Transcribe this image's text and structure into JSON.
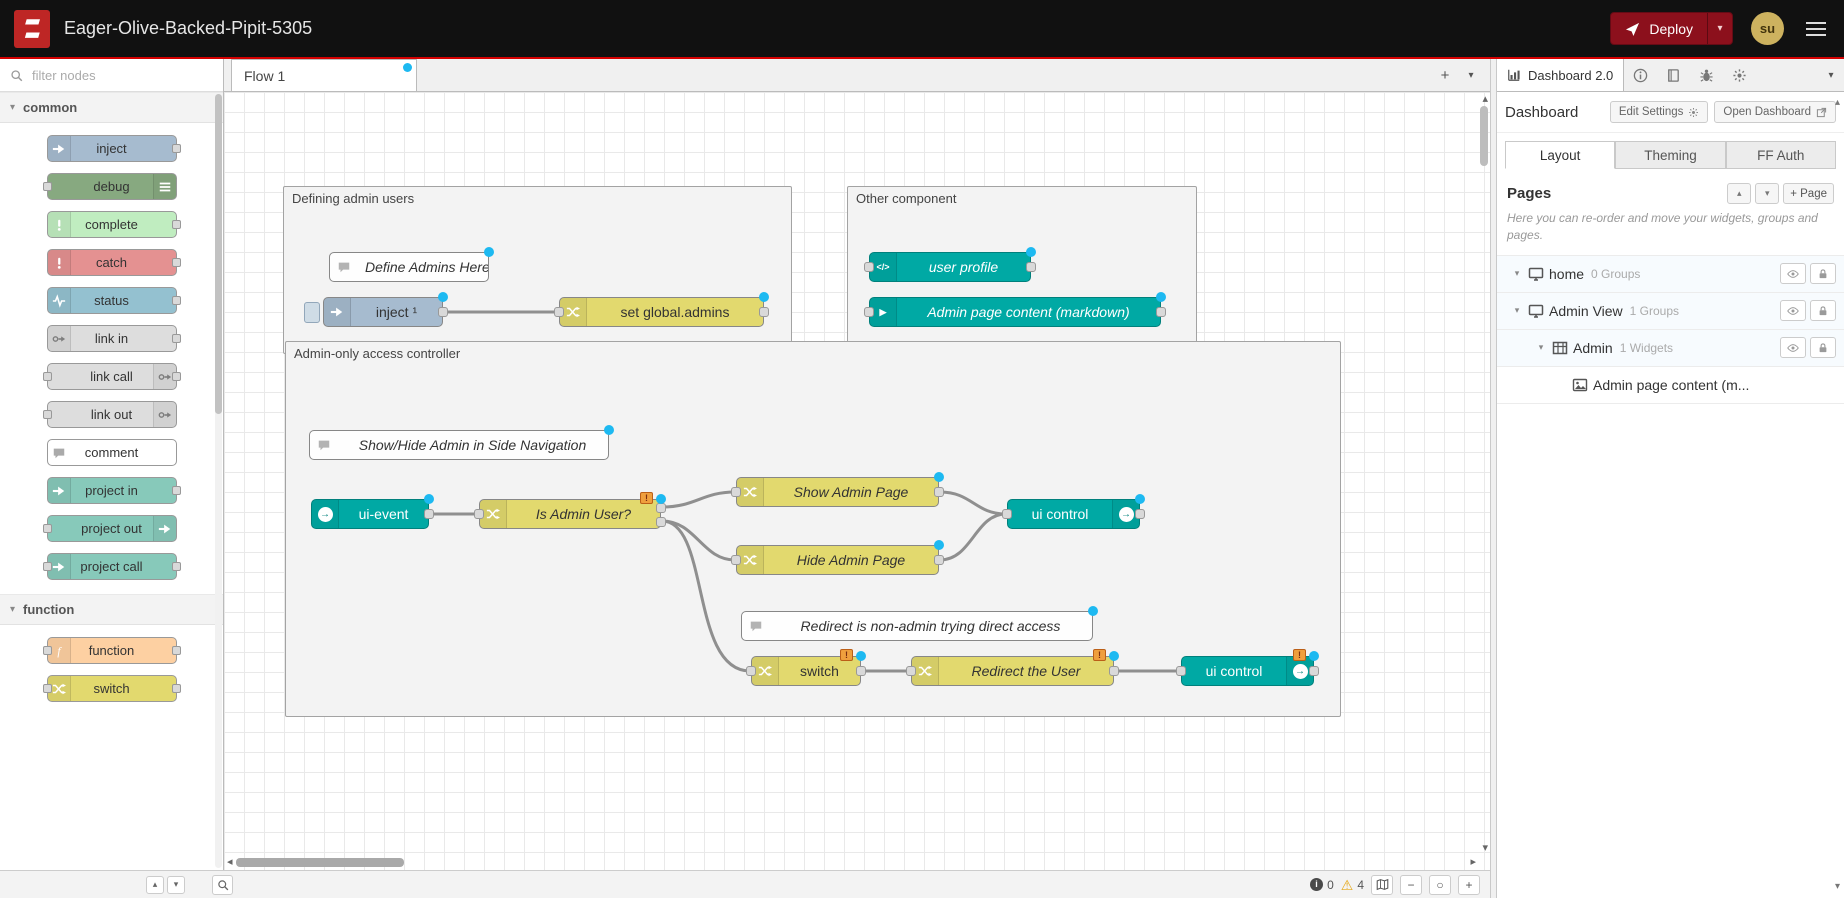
{
  "header": {
    "title": "Eager-Olive-Backed-Pipit-5305",
    "deploy_label": "Deploy",
    "user_initials": "su"
  },
  "palette": {
    "search_placeholder": "filter nodes",
    "categories": [
      {
        "label": "common",
        "items": [
          {
            "label": "inject",
            "color": "#a6bbcf",
            "icon": "arrow-right-icon"
          },
          {
            "label": "debug",
            "color": "#87a980",
            "icon": "list-icon"
          },
          {
            "label": "complete",
            "color": "#c0edc0",
            "icon": "exclamation-icon"
          },
          {
            "label": "catch",
            "color": "#e49191",
            "icon": "exclamation-icon"
          },
          {
            "label": "status",
            "color": "#94c1d0",
            "icon": "pulse-icon"
          },
          {
            "label": "link in",
            "color": "#dddddd",
            "icon": "link-icon"
          },
          {
            "label": "link call",
            "color": "#dddddd",
            "icon": "link-icon"
          },
          {
            "label": "link out",
            "color": "#dddddd",
            "icon": "link-icon"
          },
          {
            "label": "comment",
            "color": "#ffffff",
            "icon": "chat-icon"
          },
          {
            "label": "project in",
            "color": "#87c9ba",
            "icon": "arrow-right-icon"
          },
          {
            "label": "project out",
            "color": "#87c9ba",
            "icon": "arrow-right-icon"
          },
          {
            "label": "project call",
            "color": "#87c9ba",
            "icon": "arrow-right-icon"
          }
        ]
      },
      {
        "label": "function",
        "items": [
          {
            "label": "function",
            "color": "#fdd0a2",
            "icon": "function-icon"
          },
          {
            "label": "switch",
            "color": "#e2d96e",
            "icon": "shuffle-icon"
          }
        ]
      }
    ]
  },
  "workspace": {
    "tab": "Flow 1",
    "groups": [
      {
        "label": "Defining admin users"
      },
      {
        "label": "Other component"
      },
      {
        "label": "Admin-only access controller"
      }
    ],
    "nodes": [
      {
        "label": "Define Admins Here",
        "type": "comment"
      },
      {
        "label": "inject ¹",
        "type": "inject"
      },
      {
        "label": "set global.admins",
        "type": "change"
      },
      {
        "label": "user profile",
        "type": "ui-template"
      },
      {
        "label": "Admin page content (markdown)",
        "type": "ui-template"
      },
      {
        "label": "Show/Hide Admin in Side Navigation",
        "type": "comment"
      },
      {
        "label": "ui-event",
        "type": "ui-event"
      },
      {
        "label": "Is Admin User?",
        "type": "switch"
      },
      {
        "label": "Show Admin Page",
        "type": "change"
      },
      {
        "label": "Hide Admin Page",
        "type": "change"
      },
      {
        "label": "ui control",
        "type": "ui-control"
      },
      {
        "label": "Redirect is non-admin trying direct access",
        "type": "comment"
      },
      {
        "label": "switch",
        "type": "switch"
      },
      {
        "label": "Redirect the User",
        "type": "change"
      },
      {
        "label": "ui control",
        "type": "ui-control"
      }
    ]
  },
  "sidebar": {
    "active_tab": "Dashboard 2.0",
    "section_title": "Dashboard",
    "edit_settings_label": "Edit Settings",
    "open_dashboard_label": "Open Dashboard",
    "tabs": [
      "Layout",
      "Theming",
      "FF Auth"
    ],
    "pages": {
      "title": "Pages",
      "add_label": "+ Page",
      "description": "Here you can re-order and move your widgets, groups and pages.",
      "rows": [
        {
          "label": "home",
          "meta": "0 Groups",
          "icon": "monitor-icon"
        },
        {
          "label": "Admin View",
          "meta": "1 Groups",
          "icon": "monitor-icon"
        },
        {
          "label": "Admin",
          "meta": "1 Widgets",
          "icon": "table-icon"
        },
        {
          "label": "Admin page content (m...",
          "meta": "",
          "icon": "image-icon"
        }
      ]
    }
  },
  "footer": {
    "errors": "0",
    "warnings": "4"
  },
  "icons": {
    "chevron_down": "▾",
    "chevron_up": "▴",
    "chevron_left": "◂",
    "chevron_right": "▸",
    "plus": "+",
    "minus": "−",
    "zoom_reset": "○",
    "warning": "⚠",
    "error_badge": "!",
    "arrow_right": "→",
    "code": "</>",
    "play": "▶",
    "info": "i"
  },
  "colors": {
    "header_bg": "#111111",
    "accent_red": "#d40000",
    "deploy_red": "#8c101c",
    "dashboard_teal": "#00a9a4",
    "node_yellow": "#e2d96e",
    "node_blue": "#a6bbcf",
    "changed_dot_blue": "#1db9f1",
    "warning_orange": "#e6a817"
  }
}
